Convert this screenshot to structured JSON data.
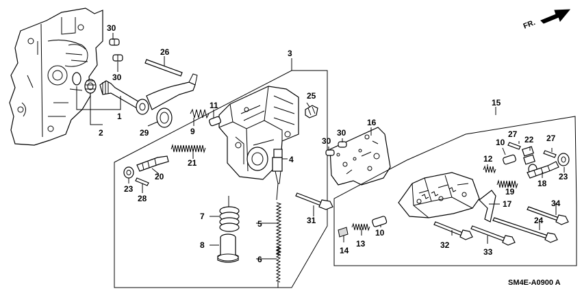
{
  "direction_label": "FR.",
  "diagram_code": "SM4E-A0900 A",
  "callouts": {
    "c1": "1",
    "c2": "2",
    "c3": "3",
    "c4": "4",
    "c5": "5",
    "c6": "6",
    "c7": "7",
    "c8": "8",
    "c9": "9",
    "c10a": "10",
    "c10b": "10",
    "c11": "11",
    "c12": "12",
    "c13": "13",
    "c14": "14",
    "c15": "15",
    "c16": "16",
    "c17": "17",
    "c18": "18",
    "c19": "19",
    "c20": "20",
    "c21": "21",
    "c22": "22",
    "c23a": "23",
    "c23b": "23",
    "c24": "24",
    "c25": "25",
    "c26": "26",
    "c27a": "27",
    "c27b": "27",
    "c28": "28",
    "c29": "29",
    "c30a": "30",
    "c30b": "30",
    "c30c": "30",
    "c31": "31",
    "c32": "32",
    "c33": "33",
    "c34": "34"
  }
}
